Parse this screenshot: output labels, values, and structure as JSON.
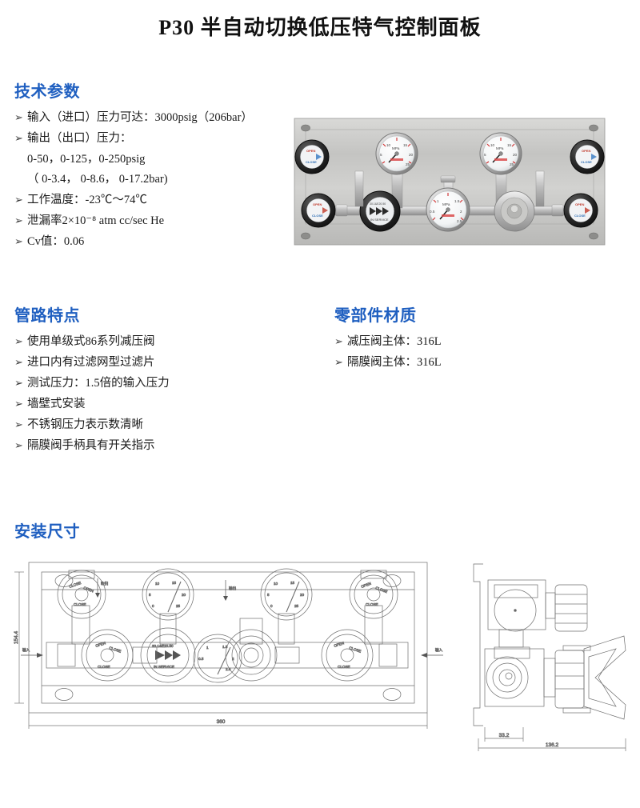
{
  "document": {
    "title": "P30 半自动切换低压特气控制面板"
  },
  "specs": {
    "heading": "技术参数",
    "items": [
      "输入（进口）压力可达：3000psig（206bar）",
      "输出（出口）压力：",
      "工作温度：-23℃～74℃",
      "泄漏率2×10⁻⁸  atm cc/sec He",
      "Cv值：0.06"
    ],
    "sub_lines": [
      "0-50，0-125，0-250psig",
      "（ 0-3.4， 0-8.6， 0-17.2bar)"
    ]
  },
  "features": {
    "heading": "管路特点",
    "items": [
      "使用单级式86系列减压阀",
      "进口内有过滤网型过滤片",
      "测试压力：1.5倍的输入压力",
      "墙壁式安装",
      "不锈钢压力表示数清晰",
      "隔膜阀手柄具有开关指示"
    ]
  },
  "materials": {
    "heading": "零部件材质",
    "items": [
      "减压阀主体：316L",
      "隔膜阀主体：316L"
    ]
  },
  "install": {
    "heading": "安装尺寸",
    "front_view": {
      "width_label": "360",
      "height_label": "154.4",
      "inlet_label": "输入",
      "outlet_label": "输出",
      "purge_label": "吹扫"
    },
    "side_view": {
      "depth_label": "136.2",
      "offset_label": "33.2"
    }
  },
  "photo": {
    "panel_label": "stainless-steel-gas-control-panel",
    "gauge_unit": "MPa",
    "gauge_ticks": [
      "5",
      "10",
      "15",
      "20",
      "25"
    ],
    "small_gauge_ticks": [
      "0.5",
      "1",
      "1.5",
      "2",
      "2.5"
    ],
    "valve_open_label": "OPEN",
    "valve_close_label": "CLOSE",
    "selector_label": "IN SERVICE"
  },
  "colors": {
    "heading_blue": "#1f5fc0",
    "text_dark": "#1a1a1a",
    "open_red": "#c0392b",
    "close_blue": "#2f6fb5"
  },
  "bullet_glyph": "➢"
}
